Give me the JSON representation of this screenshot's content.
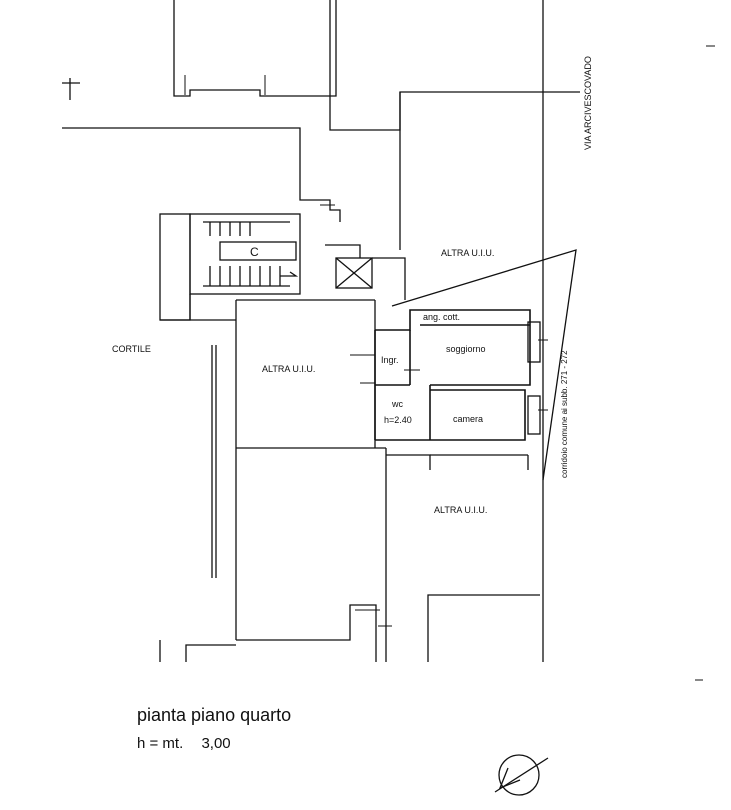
{
  "labels": {
    "via": "VIA ARCIVESCOVADO",
    "corridoio": "corridoio comune ai subb. 271 - 272",
    "altra_top": "ALTRA U.I.U.",
    "altra_left": "ALTRA U.I.U.",
    "altra_bottom": "ALTRA U.I.U.",
    "cortile": "CORTILE",
    "stair": "C",
    "ang_cott": "ang.  cott.",
    "soggiorno": "soggiorno",
    "ingr": "Ingr.",
    "wc": "wc",
    "wc_height": "h=2.40",
    "camera": "camera"
  },
  "caption": {
    "title": "pianta piano quarto",
    "height_label": "h = mt.",
    "height_value": "3,00"
  }
}
